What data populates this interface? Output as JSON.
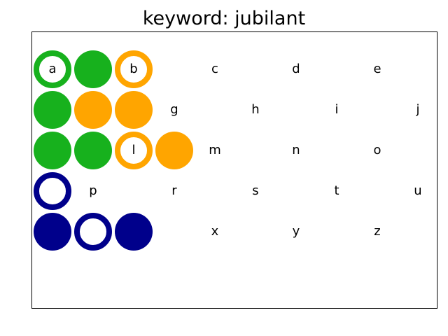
{
  "title": "keyword: jubilant",
  "colors": {
    "green": "#17b11d",
    "orange": "#ffa500",
    "navy": "#00008b"
  },
  "rows": [
    [
      {
        "label": "a",
        "style": "ring",
        "color": "green"
      },
      {
        "label": "",
        "style": "filled",
        "color": "green"
      },
      {
        "label": "b",
        "style": "ring",
        "color": "orange"
      },
      {
        "label": "c",
        "style": "plain"
      },
      {
        "label": "d",
        "style": "plain"
      },
      {
        "label": "e",
        "style": "plain"
      }
    ],
    [
      {
        "label": "",
        "style": "filled",
        "color": "green"
      },
      {
        "label": "",
        "style": "filled",
        "color": "orange"
      },
      {
        "label": "",
        "style": "filled",
        "color": "orange"
      },
      {
        "label": "g",
        "style": "plain"
      },
      {
        "label": "h",
        "style": "plain"
      },
      {
        "label": "i",
        "style": "plain"
      },
      {
        "label": "j",
        "style": "plain"
      }
    ],
    [
      {
        "label": "",
        "style": "filled",
        "color": "green"
      },
      {
        "label": "",
        "style": "filled",
        "color": "green"
      },
      {
        "label": "l",
        "style": "ring",
        "color": "orange"
      },
      {
        "label": "",
        "style": "filled",
        "color": "orange"
      },
      {
        "label": "m",
        "style": "plain"
      },
      {
        "label": "n",
        "style": "plain"
      },
      {
        "label": "o",
        "style": "plain"
      }
    ],
    [
      {
        "label": "",
        "style": "ring",
        "color": "navy"
      },
      {
        "label": "p",
        "style": "plain"
      },
      {
        "label": "r",
        "style": "plain"
      },
      {
        "label": "s",
        "style": "plain"
      },
      {
        "label": "t",
        "style": "plain"
      },
      {
        "label": "u",
        "style": "plain"
      }
    ],
    [
      {
        "label": "",
        "style": "filled",
        "color": "navy"
      },
      {
        "label": "",
        "style": "ring",
        "color": "navy"
      },
      {
        "label": "",
        "style": "filled",
        "color": "navy"
      },
      {
        "label": "x",
        "style": "plain"
      },
      {
        "label": "y",
        "style": "plain"
      },
      {
        "label": "z",
        "style": "plain"
      }
    ]
  ]
}
